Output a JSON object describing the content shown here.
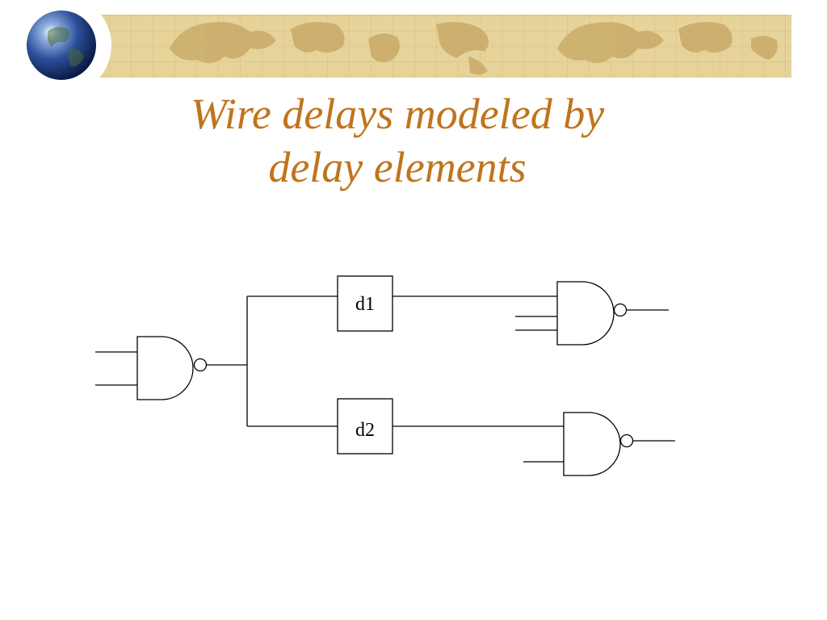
{
  "slide": {
    "title_line1": "Wire delays modeled by",
    "title_line2": "delay elements"
  },
  "diagram": {
    "delay_labels": [
      "d1",
      "d2"
    ],
    "banner_color": "#e6d39a",
    "map_color": "#c9ab69",
    "title_color": "#c0741c"
  }
}
